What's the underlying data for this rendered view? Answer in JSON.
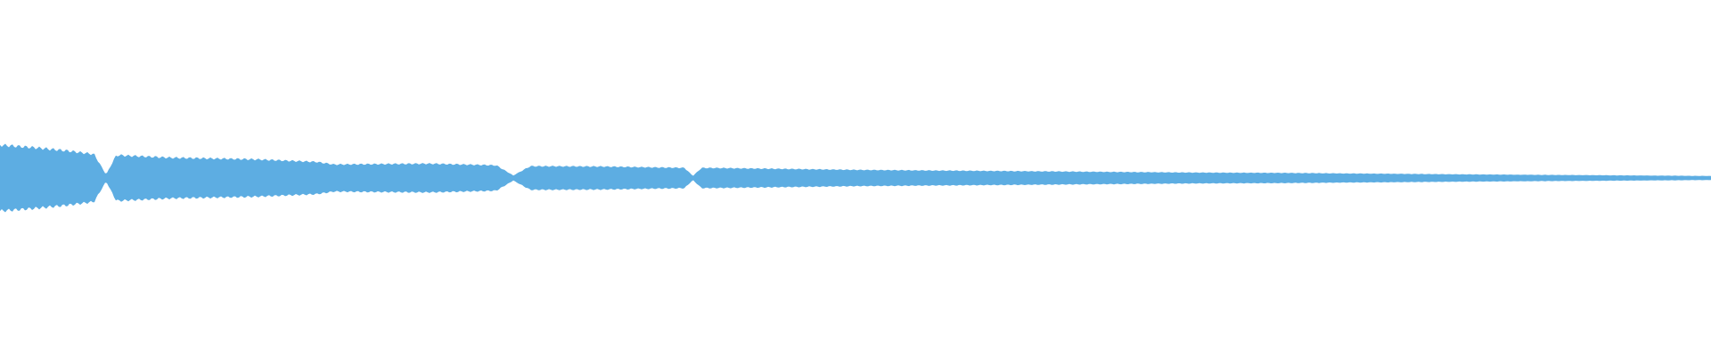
{
  "waveform": {
    "color": "#5dade2",
    "background": "#ffffff",
    "envelope": [
      [
        0.0,
        0.195
      ],
      [
        0.02,
        0.18
      ],
      [
        0.04,
        0.16
      ],
      [
        0.055,
        0.14
      ],
      [
        0.062,
        0.02
      ],
      [
        0.068,
        0.135
      ],
      [
        0.1,
        0.12
      ],
      [
        0.15,
        0.11
      ],
      [
        0.185,
        0.095
      ],
      [
        0.195,
        0.08
      ],
      [
        0.25,
        0.085
      ],
      [
        0.29,
        0.075
      ],
      [
        0.3,
        0.015
      ],
      [
        0.31,
        0.07
      ],
      [
        0.35,
        0.068
      ],
      [
        0.4,
        0.06
      ],
      [
        0.405,
        0.012
      ],
      [
        0.41,
        0.06
      ],
      [
        0.45,
        0.055
      ],
      [
        0.5,
        0.048
      ],
      [
        0.6,
        0.04
      ],
      [
        0.7,
        0.032
      ],
      [
        0.75,
        0.03
      ],
      [
        0.85,
        0.022
      ],
      [
        1.0,
        0.012
      ]
    ],
    "ripple_period": 0.004,
    "ripple_depth": 0.1
  }
}
